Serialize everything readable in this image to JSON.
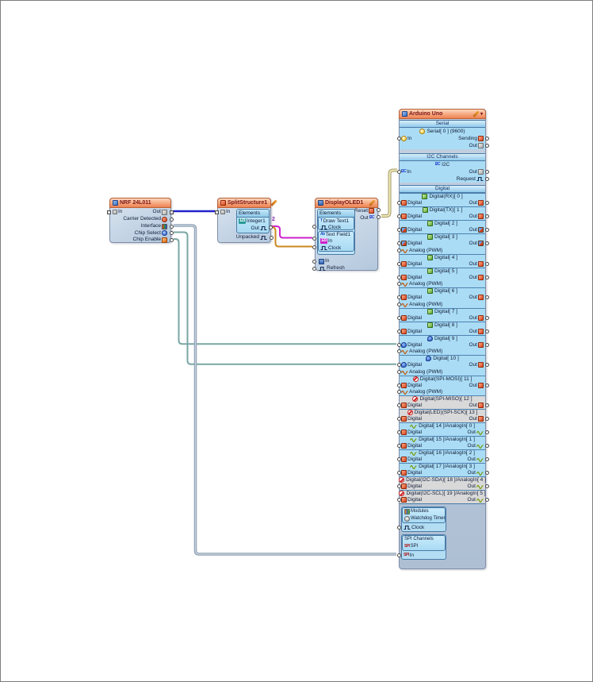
{
  "canvas": {
    "background": "#ffffff",
    "border_color": "#7d7d7d"
  },
  "badge_2": "2",
  "nrf": {
    "title": "NRF 24L011",
    "in_label": "In",
    "out_label": "Out",
    "carrier_label": "Carrier Detected",
    "interface_label": "Interface",
    "chip_select_label": "Chip Select",
    "chip_enable_label": "Chip Enable"
  },
  "split": {
    "title": "SplitStructure1",
    "in_label": "In",
    "elements_header": "Elements",
    "integer_label": "Integer1",
    "out_label": "Out",
    "unpacked_label": "Unpacked"
  },
  "oled": {
    "title": "DisplayOLED1",
    "elements_header": "Elements",
    "draw_text_label": "Draw Text1",
    "draw_text_clock": "Clock",
    "text_field_label": "Text Field1",
    "text_field_in": "In",
    "text_field_clock": "Clock",
    "reset_label": "Reset",
    "out_label": "Out",
    "in_label": "In",
    "refresh_label": "Refresh"
  },
  "arduino": {
    "title": "Arduino Uno",
    "serial": {
      "section": "Serial",
      "channel": "Serial[ 0 ] (9600)",
      "in": "In",
      "sending": "Sending",
      "out": "Out"
    },
    "i2c": {
      "section": "I2C Channels",
      "channel": "I2C",
      "in": "In",
      "out": "Out",
      "request": "Request"
    },
    "digital": {
      "section": "Digital",
      "in_label": "Digital",
      "out_label": "Out",
      "pwm_label": "Analog (PWM)",
      "channels": [
        {
          "header": "Digital(RX)[ 0 ]",
          "hdr_icon": "green",
          "in_icon": "red",
          "out_icon": "red",
          "pwm": false,
          "gray": false
        },
        {
          "header": "Digital(TX)[ 1 ]",
          "hdr_icon": "green",
          "in_icon": "red",
          "out_icon": "red",
          "pwm": false,
          "gray": false
        },
        {
          "header": "Digital[ 2 ]",
          "hdr_icon": "green",
          "in_icon": "intpin",
          "out_icon": "intpin",
          "pwm": false,
          "gray": false
        },
        {
          "header": "Digital[ 3 ]",
          "hdr_icon": "green",
          "in_icon": "intpin",
          "out_icon": "intpin",
          "pwm": true,
          "gray": false
        },
        {
          "header": "Digital[ 4 ]",
          "hdr_icon": "green",
          "in_icon": "red",
          "out_icon": "red",
          "pwm": false,
          "gray": false
        },
        {
          "header": "Digital[ 5 ]",
          "hdr_icon": "green",
          "in_icon": "red",
          "out_icon": "red",
          "pwm": true,
          "gray": false
        },
        {
          "header": "Digital[ 6 ]",
          "hdr_icon": "green",
          "in_icon": "red",
          "out_icon": "red",
          "pwm": true,
          "gray": false
        },
        {
          "header": "Digital[ 7 ]",
          "hdr_icon": "green",
          "in_icon": "red",
          "out_icon": "red",
          "pwm": false,
          "gray": false
        },
        {
          "header": "Digital[ 8 ]",
          "hdr_icon": "green",
          "in_icon": "red",
          "out_icon": "red",
          "pwm": false,
          "gray": false
        },
        {
          "header": "Digital[ 9 ]",
          "hdr_icon": "bluepin",
          "in_icon": "bluepin",
          "out_icon": "red",
          "pwm": true,
          "gray": false
        },
        {
          "header": "Digital[ 10 ]",
          "hdr_icon": "bluepin",
          "in_icon": "bluepin",
          "out_icon": "red",
          "pwm": true,
          "gray": false
        },
        {
          "header": "Digital(SPI-MOSI)[ 11 ]",
          "hdr_icon": "no",
          "in_icon": "red",
          "out_icon": "red",
          "pwm": true,
          "gray": false
        },
        {
          "header": "Digital(SPI-MISO)[ 12 ]",
          "hdr_icon": "no",
          "in_icon": "red",
          "out_icon": "red",
          "pwm": false,
          "gray": true
        },
        {
          "header": "Digital(LED)(SPI-SCK)[ 13 ]",
          "hdr_icon": "no",
          "in_icon": "red",
          "out_icon": "red",
          "pwm": false,
          "gray": true
        },
        {
          "header": "Digital[ 14 ]/AnalogIn[ 0 ]",
          "hdr_icon": "analog",
          "in_icon": "red",
          "out_icon": "analog",
          "pwm": false,
          "gray": false
        },
        {
          "header": "Digital[ 15 ]/AnalogIn[ 1 ]",
          "hdr_icon": "analog",
          "in_icon": "red",
          "out_icon": "analog",
          "pwm": false,
          "gray": false
        },
        {
          "header": "Digital[ 16 ]/AnalogIn[ 2 ]",
          "hdr_icon": "analog",
          "in_icon": "red",
          "out_icon": "analog",
          "pwm": false,
          "gray": false
        },
        {
          "header": "Digital[ 17 ]/AnalogIn[ 3 ]",
          "hdr_icon": "analog",
          "in_icon": "red",
          "out_icon": "analog",
          "pwm": false,
          "gray": false
        },
        {
          "header": "Digital(I2C-SDA)[ 18 ]/AnalogIn[ 4 ]",
          "hdr_icon": "no",
          "in_icon": "red",
          "out_icon": "analog",
          "pwm": false,
          "gray": true
        },
        {
          "header": "Digital(I2C-SCL)[ 19 ]/AnalogIn[ 5 ]",
          "hdr_icon": "no",
          "in_icon": "red",
          "out_icon": "analog",
          "pwm": false,
          "gray": true
        }
      ]
    },
    "modules": {
      "section": "Modules",
      "watchdog": "Watchdog Timer",
      "clock": "Clock"
    },
    "spi": {
      "section": "SPI Channels",
      "channel": "SPI",
      "in": "In"
    }
  },
  "wires": {
    "nrf_out_to_split_in": {
      "color": "#2222cc"
    },
    "integer_out_to_textfield_in": {
      "color": "#cc22cc"
    },
    "integer_out_to_textfield_clock": {
      "color": "#cc8822"
    },
    "oled_out_to_i2c_in": {
      "color": "#efe8b4",
      "outline": "#a29a6a"
    },
    "chip_enable_to_d9": {
      "color": "#7aa7a3"
    },
    "chip_select_to_d10": {
      "color": "#7aa7a3"
    },
    "interface_to_spi_in": {
      "color": "#8fa0b6",
      "inner": "#ccd5df"
    }
  }
}
